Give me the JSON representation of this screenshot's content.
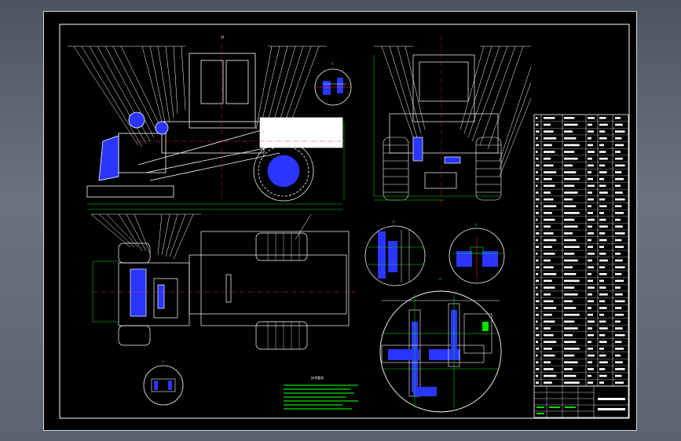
{
  "drawing": {
    "scale_label": "H",
    "detail_labels": [
      "A",
      "A",
      "A",
      "A",
      "A",
      "A"
    ],
    "notes_title": "技术要求"
  },
  "colors": {
    "sheet": "#000000",
    "line": "#ffffff",
    "accent_blue": "#2a36ff",
    "accent_green": "#00e000",
    "accent_red": "#ff3030",
    "accent_yellow": "#ffff00",
    "accent_magenta": "#ff33ff"
  }
}
